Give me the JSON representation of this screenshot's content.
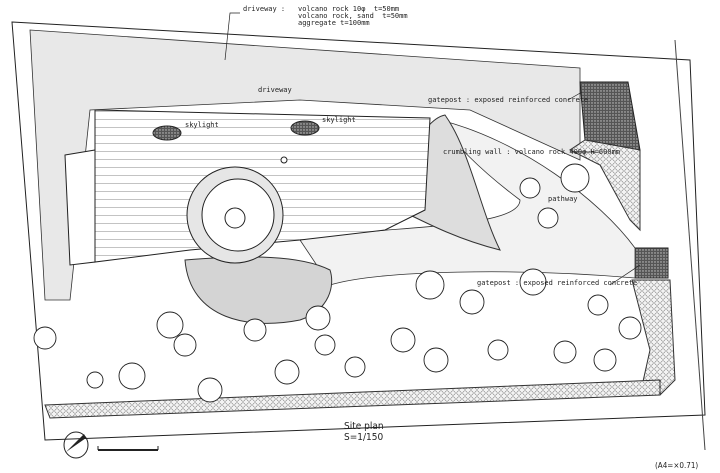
{
  "drawing": {
    "title": "Site plan",
    "scale": "S=1/150",
    "paper_note": "(A4=×0.71)"
  },
  "annotations": {
    "driveway_spec_label": "driveway :",
    "driveway_spec_lines": [
      "volcano rock 10φ  t=50mm",
      "volcano rock, sand  t=50mm",
      "aggregate t=100mm"
    ],
    "driveway": "driveway",
    "skylight_1": "skylight",
    "skylight_2": "skylight",
    "gatepost_top": "gatepost : exposed reinforced concrete",
    "crumbling_wall": "crumbling wall : volcano rock 400φ H=600mm",
    "pathway": "pathway",
    "gatepost_bottom": "gatepost : exposed reinforced concrete"
  }
}
